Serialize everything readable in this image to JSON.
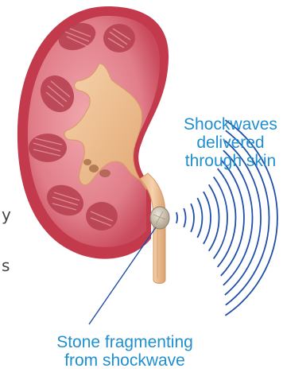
{
  "labels": {
    "shockwaves_line1": "Shockwaves",
    "shockwaves_line2": "delivered",
    "shockwaves_line3": "through skin",
    "stone_line1": "Stone fragmenting",
    "stone_line2": "from shockwave"
  },
  "edge_text": {
    "char1": "y",
    "char2": "s"
  },
  "colors": {
    "label_text": "#1f8fcf",
    "shockwave": "#1f4fa8",
    "kidney_outer": "#c23a4c",
    "kidney_cortex": "#d96b79",
    "pyramid": "#b84252",
    "pelvis": "#efc197",
    "ureter": "#eab88b",
    "stone": "#c8bca6"
  }
}
